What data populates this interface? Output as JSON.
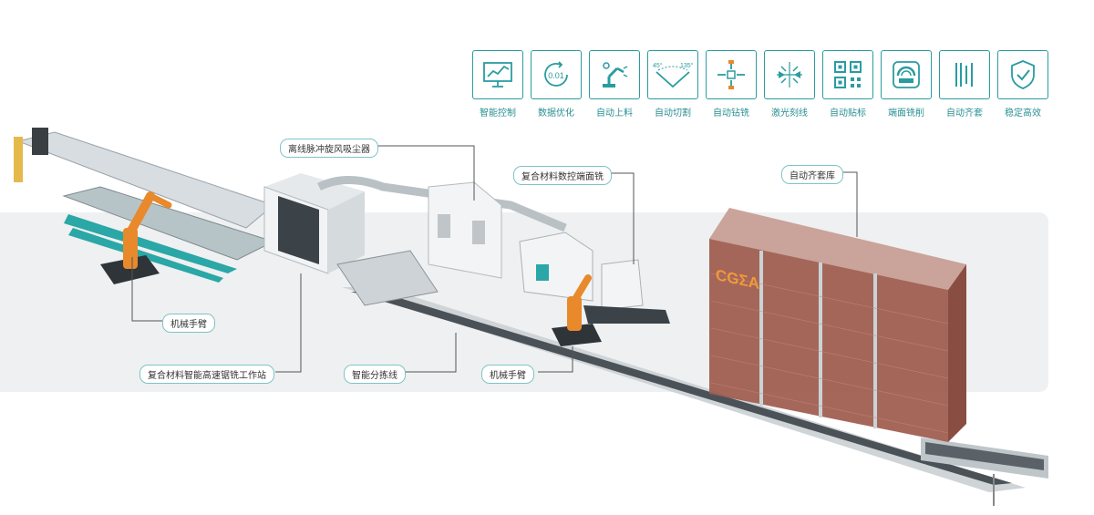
{
  "features": [
    {
      "label": "智能控制",
      "icon": "monitor-chart-icon"
    },
    {
      "label": "数据优化",
      "icon": "data-dial-icon",
      "glyph": "0.01"
    },
    {
      "label": "自动上料",
      "icon": "robot-arm-icon"
    },
    {
      "label": "自动切割",
      "icon": "angle-cut-icon",
      "angle_left": "45°",
      "angle_right": "135°"
    },
    {
      "label": "自动钻铣",
      "icon": "drill-target-icon"
    },
    {
      "label": "激光刻线",
      "icon": "laser-arrows-icon"
    },
    {
      "label": "自动贴标",
      "icon": "qr-code-icon"
    },
    {
      "label": "端面铣削",
      "icon": "face-mill-icon"
    },
    {
      "label": "自动齐套",
      "icon": "stack-bars-icon"
    },
    {
      "label": "稳定高效",
      "icon": "shield-check-icon"
    }
  ],
  "callouts": {
    "dust_collector": "离线脉冲旋风吸尘器",
    "end_mill": "复合材料数控端面铣",
    "kit_store": "自动齐套库",
    "robot_arm_left": "机械手臂",
    "saw_station": "复合材料智能高速锯铣工作站",
    "sorting_line": "智能分拣线",
    "robot_arm_right": "机械手臂"
  },
  "brand": {
    "logo_text": "CGΣA"
  },
  "colors": {
    "accent": "#2a9ca0",
    "robot_orange": "#e8892c",
    "cabinet_brown": "#9e5a4d",
    "conveyor_dark": "#3b4248"
  }
}
